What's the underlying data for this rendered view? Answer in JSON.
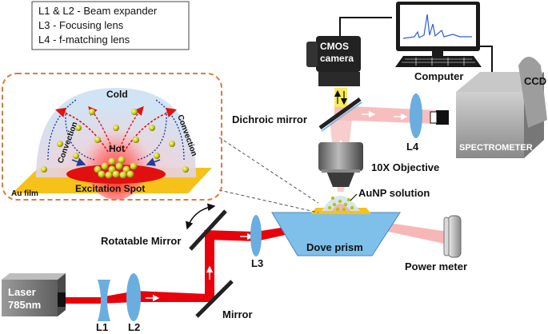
{
  "legend": {
    "lines": [
      "L1 & L2 - Beam expander",
      "L3 - Focusing lens",
      "L4 - f-matching lens"
    ]
  },
  "labels": {
    "cmos": [
      "CMOS",
      "camera"
    ],
    "computer": "Computer",
    "ccd": "CCD",
    "spectrometer": "SPECTROMETER",
    "dichroic": "Dichroic mirror",
    "l4": "L4",
    "objective": "10X Objective",
    "aunp": "AuNP solution",
    "rotatable": "Rotatable Mirror",
    "l3": "L3",
    "dove": "Dove prism",
    "power": "Power meter",
    "laser": [
      "Laser",
      "785nm"
    ],
    "l1": "L1",
    "l2": "L2",
    "mirror": "Mirror"
  },
  "inset": {
    "cold": "Cold",
    "hot": "Hot",
    "convection_left": "Convection",
    "convection_right": "Convection",
    "excitation": "Excitation Spot",
    "film": "Au film"
  },
  "colors": {
    "beam": "#e8000b",
    "beam_diffuse": "#f4a6a6",
    "prism": "#7ec0ea",
    "film": "#f6c21a",
    "lens": "#6aaee0",
    "inset_border": "#e07a3a",
    "convection_arrow": "#1f3d99",
    "hot_arrow": "#e0140f",
    "cold_dome": "#d5e6f5"
  }
}
